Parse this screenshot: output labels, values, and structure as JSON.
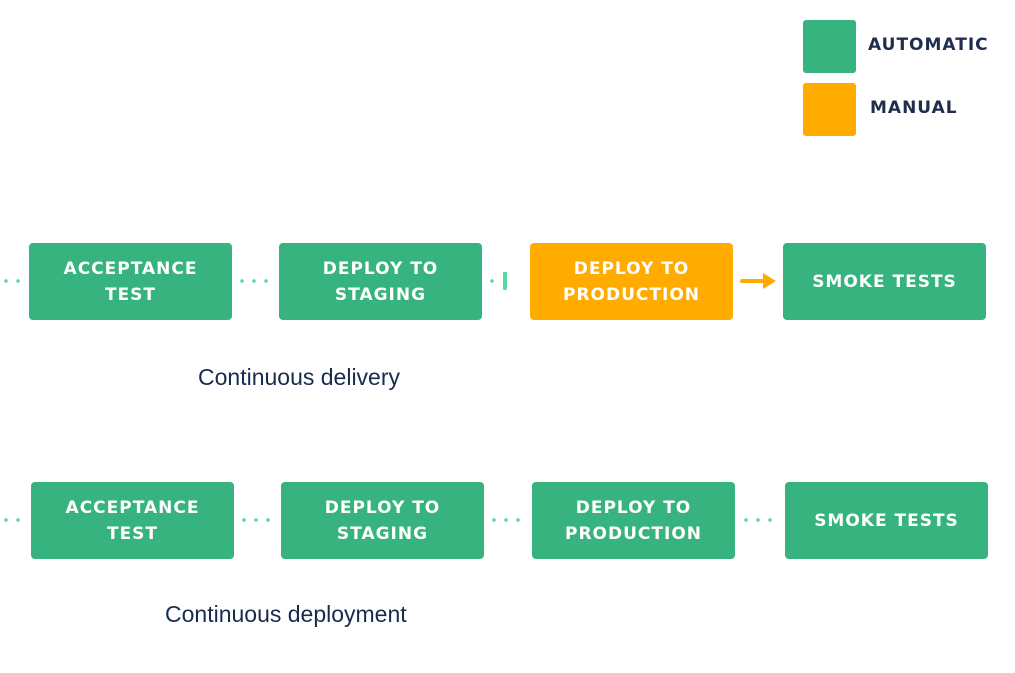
{
  "legend": {
    "automatic": {
      "label": "AUTOMATIC",
      "color": "#36b37e"
    },
    "manual": {
      "label": "MANUAL",
      "color": "#ffab00"
    }
  },
  "delivery": {
    "caption": "Continuous delivery",
    "stages": [
      {
        "label": "ACCEPTANCE\nTEST",
        "kind": "automatic"
      },
      {
        "label": "DEPLOY TO\nSTAGING",
        "kind": "automatic"
      },
      {
        "label": "DEPLOY TO\nPRODUCTION",
        "kind": "manual"
      },
      {
        "label": "SMOKE TESTS",
        "kind": "automatic"
      }
    ]
  },
  "deployment": {
    "caption": "Continuous deployment",
    "stages": [
      {
        "label": "ACCEPTANCE\nTEST",
        "kind": "automatic"
      },
      {
        "label": "DEPLOY TO\nSTAGING",
        "kind": "automatic"
      },
      {
        "label": "DEPLOY TO\nPRODUCTION",
        "kind": "automatic"
      },
      {
        "label": "SMOKE TESTS",
        "kind": "automatic"
      }
    ]
  }
}
